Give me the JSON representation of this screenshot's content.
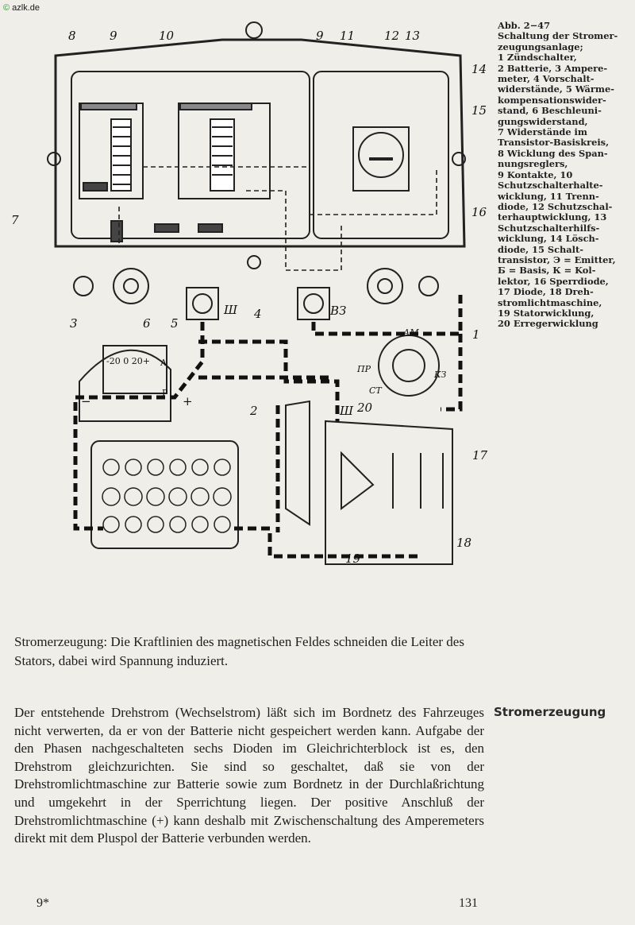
{
  "watermark": "azlk.de",
  "figure": {
    "labels": [
      "8",
      "9",
      "10",
      "9",
      "11",
      "12",
      "13",
      "14",
      "15",
      "16",
      "7",
      "6",
      "5",
      "4",
      "Ш",
      "ВЗ",
      "3",
      "2",
      "1",
      "АМ",
      "ПР",
      "СТ",
      "КЗ",
      "20",
      "17",
      "18",
      "19",
      "Ш"
    ],
    "ammeter_scale": "-20 0 20+",
    "ammeter_minus": "−",
    "ammeter_plus": "+",
    "ammeter_a": "A",
    "ammeter_r": "P"
  },
  "caption": {
    "title": "Abb. 2−47",
    "lines": [
      "Schaltung der Stromer-",
      "zeugungsanlage;",
      "1  Zündschalter,",
      "2 Batterie, 3 Ampere-",
      "meter, 4 Vorschalt-",
      "widerstände, 5 Wärme-",
      "kompensationswider-",
      "stand, 6 Beschleuni-",
      "gungswiderstand,",
      "7  Widerstände im",
      "Transistor-Basiskreis,",
      "8 Wicklung des Span-",
      "nungsreglers,",
      "9  Kontakte,  10",
      "Schutzschalterhalte-",
      "wicklung, 11 Trenn-",
      "diode, 12 Schutzschal-",
      "terhauptwicklung, 13",
      "Schutzschalterhilfs-",
      "wicklung, 14 Lösch-",
      "diode,  15  Schalt-",
      "transistor, Э = Emitter,",
      "Б = Basis, К = Kol-",
      "lektor, 16 Sperrdiode,",
      "17  Diode,  18  Dreh-",
      "stromlichtmaschine,",
      "19 Statorwicklung,",
      "20 Erregerwicklung"
    ]
  },
  "figure_caption": "Stromerzeugung: Die Kraftlinien des magnetischen Feldes schneiden die Leiter des Stators, dabei wird Spannung induziert.",
  "body_text": "Der entstehende Drehstrom (Wechselstrom) läßt sich im Bordnetz des Fahrzeuges nicht verwerten, da er von der Batterie nicht gespeichert werden kann. Aufgabe der den Phasen nachgeschalteten sechs Dioden im Gleichrichterblock ist es, den Drehstrom gleichzurichten. Sie sind so geschaltet, daß sie von der Drehstromlichtmaschine zur Batterie sowie zum Bordnetz in der Durchlaßrichtung und umgekehrt in der Sperrichtung liegen. Der positive Anschluß der Drehstromlichtmaschine (+) kann deshalb mit Zwischenschaltung des Amperemeters direkt mit dem Pluspol der Batterie verbunden werden.",
  "margin_heading": "Stromerzeugung",
  "footer": {
    "signature": "9*",
    "page_number": "131"
  }
}
